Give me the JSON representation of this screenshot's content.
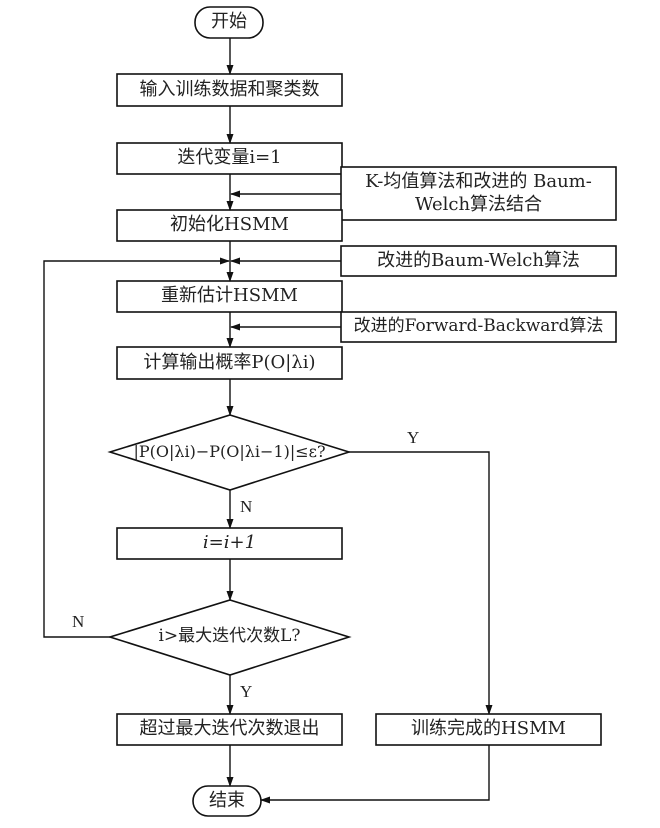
{
  "diagram": {
    "start": "开始",
    "input": "输入训练数据和聚类数",
    "init_i": "迭代变量i=1",
    "side_kmeans": "K-均值算法和改进的 Baum-Welch算法结合",
    "init_hsmm": "初始化HSMM",
    "side_bw": "改进的Baum-Welch算法",
    "reestimate": "重新估计HSMM",
    "side_fb": "改进的Forward-Backward算法",
    "compute_prob": "计算输出概率P(O|λi)",
    "decision1": "|P(O|λi)−P(O|λi−1)|≤ε?",
    "increment": "i=i+1",
    "decision2": "i>最大迭代次数L?",
    "exit_max": "超过最大迭代次数退出",
    "trained": "训练完成的HSMM",
    "end": "结束",
    "yes": "Y",
    "no": "N"
  }
}
